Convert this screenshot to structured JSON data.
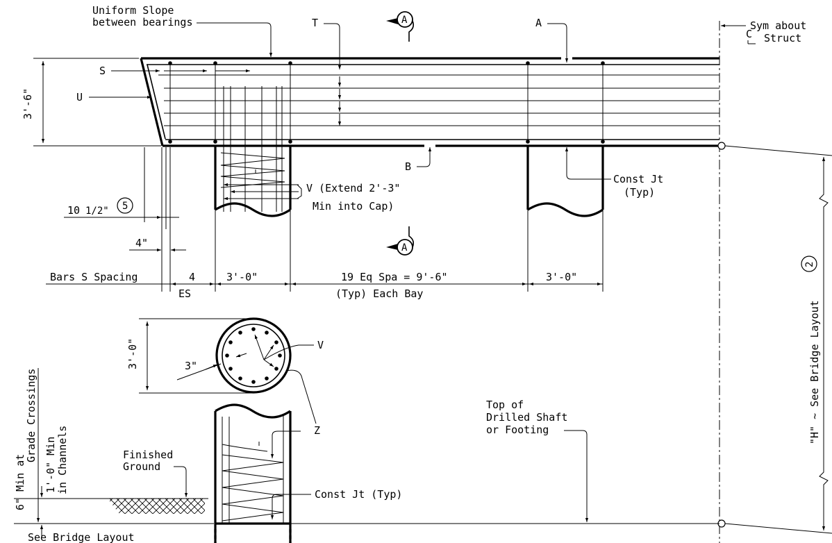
{
  "labels": {
    "uniform_slope_1": "Uniform Slope",
    "uniform_slope_2": "between bearings",
    "T": "T",
    "A": "A",
    "sym_1": "Sym about",
    "sym_2": "Struct",
    "cl": "C",
    "S": "S",
    "U": "U",
    "B": "B",
    "const_jt": "Const Jt",
    "typ": "(Typ)",
    "V_extend_1": "V (Extend 2'-3\"",
    "V_extend_2": "Min into Cap)",
    "dim_3_6": "3'-6\"",
    "dim_10_half": "10",
    "dim_10_frac": "1/2\"",
    "circle_5": "5",
    "dim_4in": "4\"",
    "bars_s_spacing": "Bars S Spacing",
    "dim_4": "4",
    "es": "ES",
    "dim_3_0_a": "3'-0\"",
    "eq_spa": "19 Eq Spa = 9'-6\"",
    "typ_each_bay": "(Typ) Each Bay",
    "dim_3_0_b": "3'-0\"",
    "section_A": "A",
    "dim_3_0_c": "3'-0\"",
    "dim_3in": "3\"",
    "V": "V",
    "Z": "Z",
    "six_min_1": "6\" Min at",
    "six_min_2": "Grade Crossings",
    "one_min_1": "1'-0\" Min",
    "one_min_2": "in Channels",
    "finished_1": "Finished",
    "finished_2": "Ground",
    "const_jt_typ": "Const Jt (Typ)",
    "top_1": "Top of",
    "top_2": "Drilled Shaft",
    "top_3": "or Footing",
    "see_bridge": "See Bridge Layout",
    "H_label": "\"H\" ~ See Bridge Layout",
    "circle_2": "2"
  }
}
